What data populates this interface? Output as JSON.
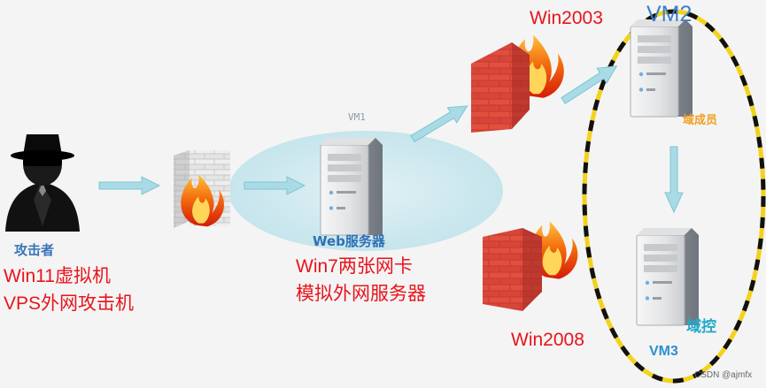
{
  "attacker": {
    "role": "攻击者",
    "line1": "Win11虚拟机",
    "line2": "VPS外网攻击机",
    "icon": "hacker-icon"
  },
  "web_server": {
    "vm_tag": "VM1",
    "role": "Web服务器",
    "line1": "Win7两张网卡",
    "line2": "模拟外网服务器",
    "icon": "server-icon"
  },
  "firewall_win2003": {
    "label": "Win2003",
    "icon": "firewall-icon"
  },
  "firewall_win2008": {
    "label": "Win2008",
    "icon": "firewall-icon"
  },
  "domain_member": {
    "vm_tag": "VM2",
    "role": "域成员",
    "icon": "server-icon"
  },
  "domain_controller": {
    "vm_tag": "VM3",
    "role": "域控",
    "icon": "server-icon"
  },
  "watermark": "CSDN @ajmfx",
  "colors": {
    "label_red": "#e8141c",
    "arrow": "#a8dbe6",
    "ellipse_yellow": "#f2d21c",
    "ellipse_black": "#111111",
    "web_zone": "#cfe9ef"
  }
}
